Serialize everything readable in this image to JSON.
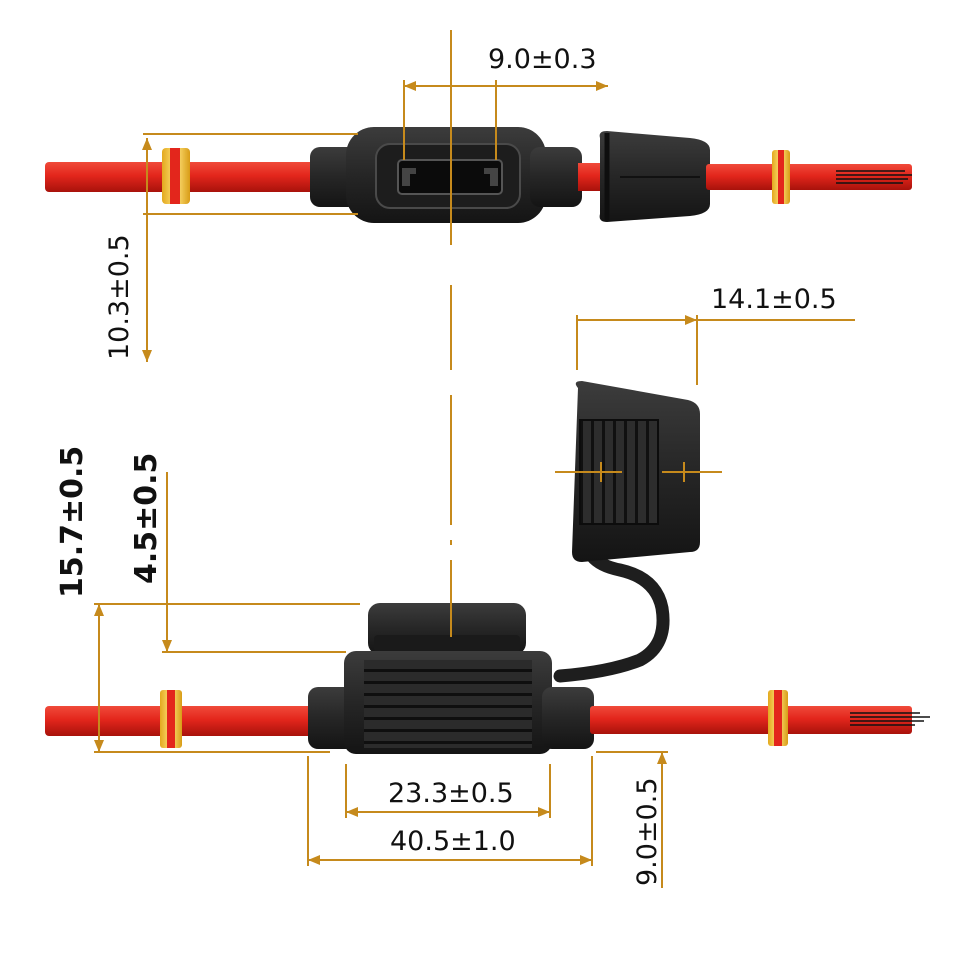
{
  "colors": {
    "wire_red": "#e3261c",
    "wire_dark": "#b5130c",
    "housing_black": "#2a2a2a",
    "housing_dark": "#161616",
    "dimension_line": "#c68a1c",
    "yellow_ring": "#f2c830",
    "text": "#111111"
  },
  "dimensions": {
    "top_width": "9.0±0.3",
    "top_height": "10.3±0.5",
    "cap_width": "14.1±0.5",
    "total_height": "15.7±0.5",
    "cap_height": "4.5±0.5",
    "body_width": "23.3±0.5",
    "overall_width": "40.5±1.0",
    "right_height": "9.0±0.5"
  },
  "icons": {
    "top_view": "fuse-holder-top-view",
    "side_view": "fuse-holder-side-view",
    "cap": "fuse-cap"
  }
}
